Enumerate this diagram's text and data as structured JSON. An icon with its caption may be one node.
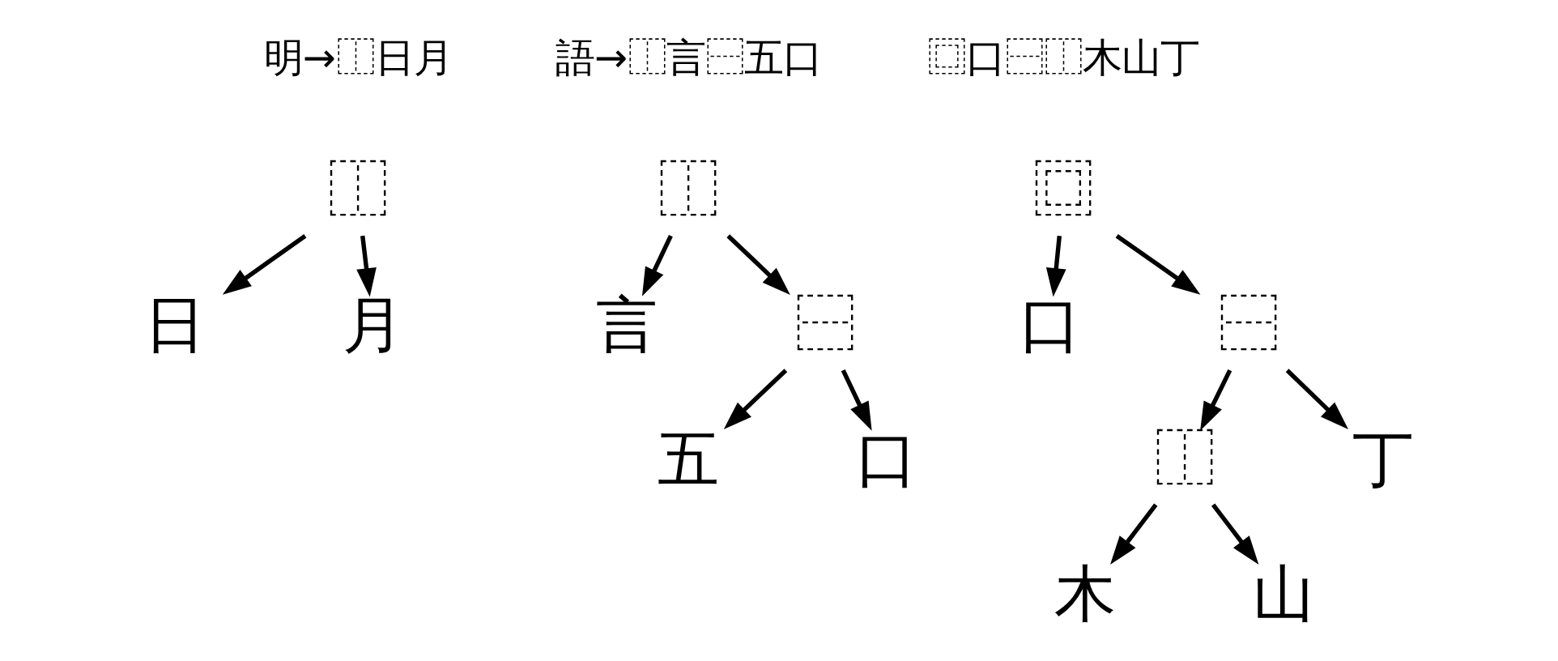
{
  "diagram": {
    "nodes": [
      {
        "text": [
          "⿰"
        ]
      },
      {
        "text": [
          "日"
        ]
      },
      {
        "text": [
          "月"
        ]
      },
      {
        "text": [
          "⿰"
        ]
      },
      {
        "text": [
          "言"
        ]
      },
      {
        "text": [
          "⿱"
        ]
      },
      {
        "text": [
          "五"
        ]
      },
      {
        "text": [
          "口"
        ]
      },
      {
        "text": [
          "⿴"
        ]
      },
      {
        "text": [
          "口"
        ]
      },
      {
        "text": [
          "⿱"
        ]
      },
      {
        "text": [
          "⿰"
        ]
      },
      {
        "text": [
          "丁"
        ]
      },
      {
        "text": [
          "木"
        ]
      },
      {
        "text": [
          "山"
        ]
      }
    ],
    "edges": [
      {
        "from": 0,
        "to": 1,
        "arrow": "to"
      },
      {
        "from": 0,
        "to": 2,
        "arrow": "to"
      },
      {
        "from": 3,
        "to": 4,
        "arrow": "to"
      },
      {
        "from": 3,
        "to": 5,
        "arrow": "to"
      },
      {
        "from": 5,
        "to": 6,
        "arrow": "to"
      },
      {
        "from": 5,
        "to": 7,
        "arrow": "to"
      },
      {
        "from": 8,
        "to": 9,
        "arrow": "to"
      },
      {
        "from": 8,
        "to": 10,
        "arrow": "to"
      },
      {
        "from": 10,
        "to": 11,
        "arrow": "to"
      },
      {
        "from": 10,
        "to": 12,
        "arrow": "to"
      },
      {
        "from": 11,
        "to": 13,
        "arrow": "to"
      },
      {
        "from": 11,
        "to": 14,
        "arrow": "to"
      }
    ],
    "labels": [
      "明→⿰日月",
      "語→⿰言⿱五口",
      "⿴口⿱⿰木山丁"
    ]
  }
}
